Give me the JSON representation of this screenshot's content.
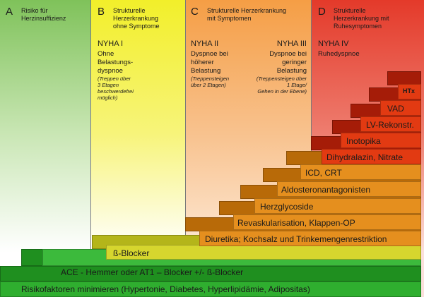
{
  "columns": {
    "a": {
      "letter": "A",
      "title_line1": "Risiko für",
      "title_line2": "Herzinsuffizienz"
    },
    "b": {
      "letter": "B",
      "title_line1": "Strukturelle",
      "title_line2": "Herzerkrankung",
      "title_line3": "ohne Symptome",
      "nyha": "NYHA I",
      "desc_line1": "Ohne",
      "desc_line2": "Belastungs-",
      "desc_line3": "dyspnoe",
      "note_line1": "(Treppen über",
      "note_line2": "3 Etagen",
      "note_line3": "beschwerdefrei",
      "note_line4": "möglich)"
    },
    "c": {
      "letter": "C",
      "title_line1": "Strukturelle Herzerkrankung",
      "title_line2": "mit Symptomen",
      "nyha_left": "NYHA II",
      "left_desc_line1": "Dyspnoe bei",
      "left_desc_line2": "höherer",
      "left_desc_line3": "Belastung",
      "left_note_line1": "(Treppensteigen",
      "left_note_line2": "über 2 Etagen)",
      "nyha_right": "NYHA III",
      "right_desc_line1": "Dyspnoe bei",
      "right_desc_line2": "geringer",
      "right_desc_line3": "Belastung",
      "right_note_line1": "(Treppensteigen über",
      "right_note_line2": "1 Etage/",
      "right_note_line3": "Gehen in der Ebene)"
    },
    "d": {
      "letter": "D",
      "title_line1": "Strukturelle",
      "title_line2": "Herzerkrankung mit",
      "title_line3": "Ruhesymptomen",
      "nyha": "NYHA IV",
      "desc": "Ruhedyspnoe"
    }
  },
  "steps": [
    "Risikofaktoren minimieren (Hypertonie, Diabetes, Hyperlipidämie, Adipositas)",
    "ACE - Hemmer oder AT1 – Blocker +/- ß-Blocker",
    "ß-Blocker",
    "Diuretika; Kochsalz und Trinkemengenrestriktion",
    "Revaskularisation, Klappen-OP",
    "Herzglycoside",
    "Aldosteronantagonisten",
    "ICD, CRT",
    "Dihydralazin, Nitrate",
    "Inotopika",
    "LV-Rekonstr.",
    "VAD",
    "HTx"
  ],
  "colors": {
    "green_top": "#1f8f1f",
    "green_front": "#36b336",
    "lime_top": "#b4b51a",
    "lime_front": "#d6d62e",
    "orange_top": "#b86a08",
    "orange_front": "#e58f1e",
    "red_top": "#a51c08",
    "red_front": "#e23a12"
  }
}
